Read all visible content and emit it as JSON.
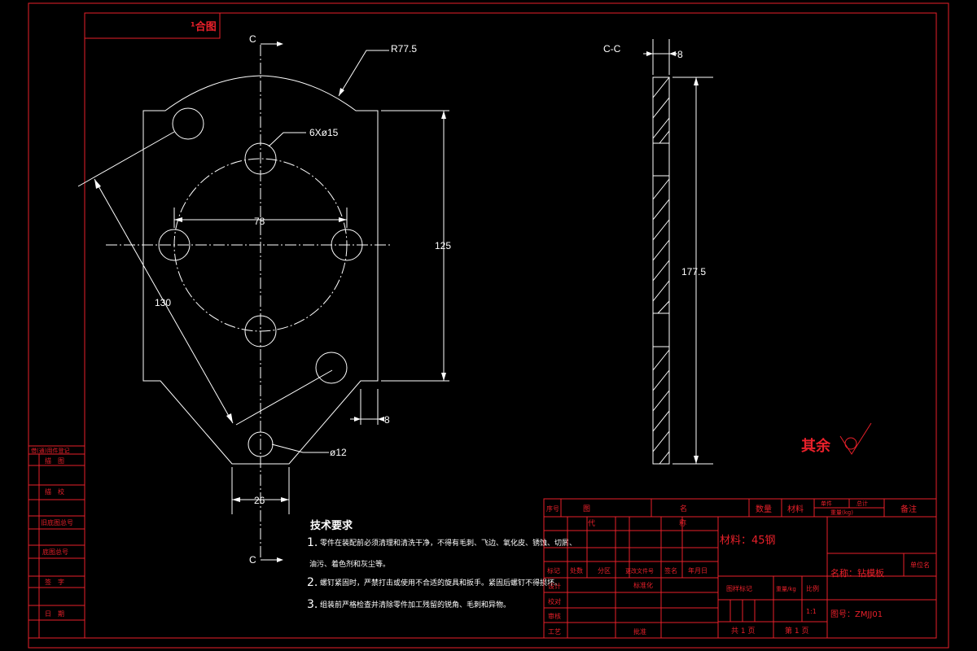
{
  "colors": {
    "background": "#000000",
    "frame": "#e8202a",
    "geometry": "#ffffff",
    "roughness_text": "#e8202a"
  },
  "corner_tab": "¹合图",
  "section_marker": "C",
  "section_title": "C-C",
  "dimensions": {
    "radius": "R77.5",
    "holes": "6Xø15",
    "pitch": "78",
    "height": "125",
    "diagonal": "130",
    "small_hole": "ø12",
    "bottom_width": "26",
    "thickness_bottom": "8",
    "thickness_section": "8",
    "section_height": "177.5"
  },
  "roughness_note": "其余",
  "tech_requirements": {
    "title": "技术要求",
    "items": [
      {
        "num": "1.",
        "text": "零件在装配前必须清理和清洗干净，不得有毛刺、飞边、氧化皮、锈蚀、切屑、"
      },
      {
        "num": "",
        "text": "油污、着色剂和灰尘等。"
      },
      {
        "num": "2.",
        "text": "螺钉紧固时，严禁打击或使用不合适的旋具和扳手。紧固后螺钉不得损坏。"
      },
      {
        "num": "3.",
        "text": "组装前严格检查并清除零件加工残留的锐角、毛刺和异物。"
      }
    ]
  },
  "left_strip": [
    "借(通)用件登记",
    "描　图",
    "描　校",
    "旧底图总号",
    "底图总号",
    "签　字",
    "日　期"
  ],
  "title_block": {
    "header": {
      "seq": "序号",
      "code": "图",
      "name": "名",
      "qty": "数量",
      "material": "材料",
      "single": "单件",
      "total": "总计",
      "weight": "重量(kg)",
      "remark": "备注"
    },
    "row2_left": "代",
    "row2_right": "称",
    "material_label": "材料：45钢",
    "revision": [
      "标记",
      "处数",
      "分区",
      "更改文件号",
      "签名",
      "年月日"
    ],
    "roles": [
      "设计",
      "校对",
      "审核",
      "工艺"
    ],
    "standardize": "标准化",
    "approve": "批准",
    "stage_labels": [
      "图样标记",
      "重量/kg",
      "比例"
    ],
    "scale": "1:1",
    "sheets_total": "共 1 页",
    "sheet_num": "第 1 页",
    "part_name": "名称：钻模板",
    "company": "单位名",
    "drawing_no": "图号：ZMJJ01"
  }
}
